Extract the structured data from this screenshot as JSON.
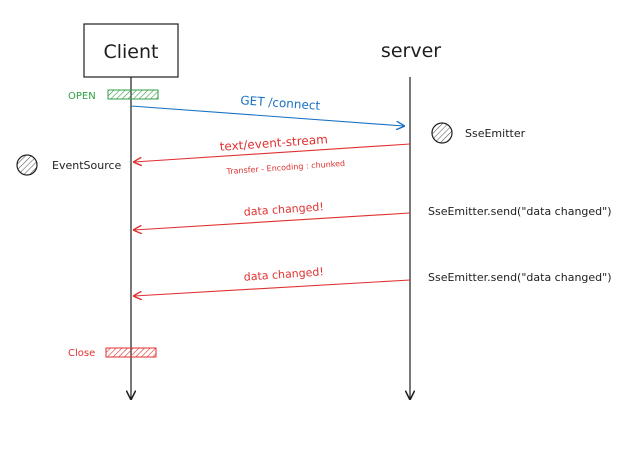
{
  "participants": {
    "client": {
      "label": "Client"
    },
    "server": {
      "label": "server"
    }
  },
  "markers": {
    "open": {
      "label": "OPEN",
      "color": "#2f9e44"
    },
    "close": {
      "label": "Close",
      "color": "#e03131"
    }
  },
  "objects": {
    "event_source": {
      "label": "EventSource"
    },
    "sse_emitter": {
      "label": "SseEmitter"
    }
  },
  "messages": [
    {
      "label": "GET /connect",
      "direction": "client-to-server",
      "color": "#1971c2"
    },
    {
      "label": "text/event-stream",
      "sublabel": "Transfer - Encoding : chunked",
      "direction": "server-to-client",
      "color": "#e03131"
    },
    {
      "label": "data changed!",
      "direction": "server-to-client",
      "color": "#e03131",
      "server_call": "SseEmitter.send(\"data changed\")"
    },
    {
      "label": "data changed!",
      "direction": "server-to-client",
      "color": "#e03131",
      "server_call": "SseEmitter.send(\"data changed\")"
    }
  ],
  "colors": {
    "ink": "#1e1e1e",
    "green": "#2f9e44",
    "red": "#e03131",
    "blue": "#1971c2"
  }
}
